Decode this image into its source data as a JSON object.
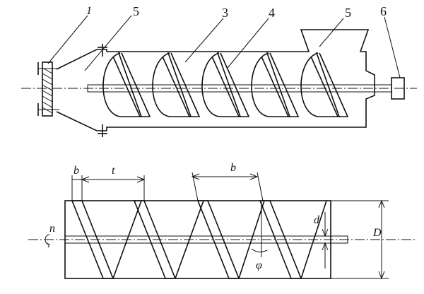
{
  "top_labels": {
    "l1": "1",
    "l5a": "5",
    "l3": "3",
    "l4": "4",
    "l5b": "5",
    "l6": "6"
  },
  "bottom_labels": {
    "b_left": "b",
    "t": "t",
    "b_right": "b",
    "d": "d",
    "D": "D",
    "n": "n",
    "phi": "φ"
  }
}
